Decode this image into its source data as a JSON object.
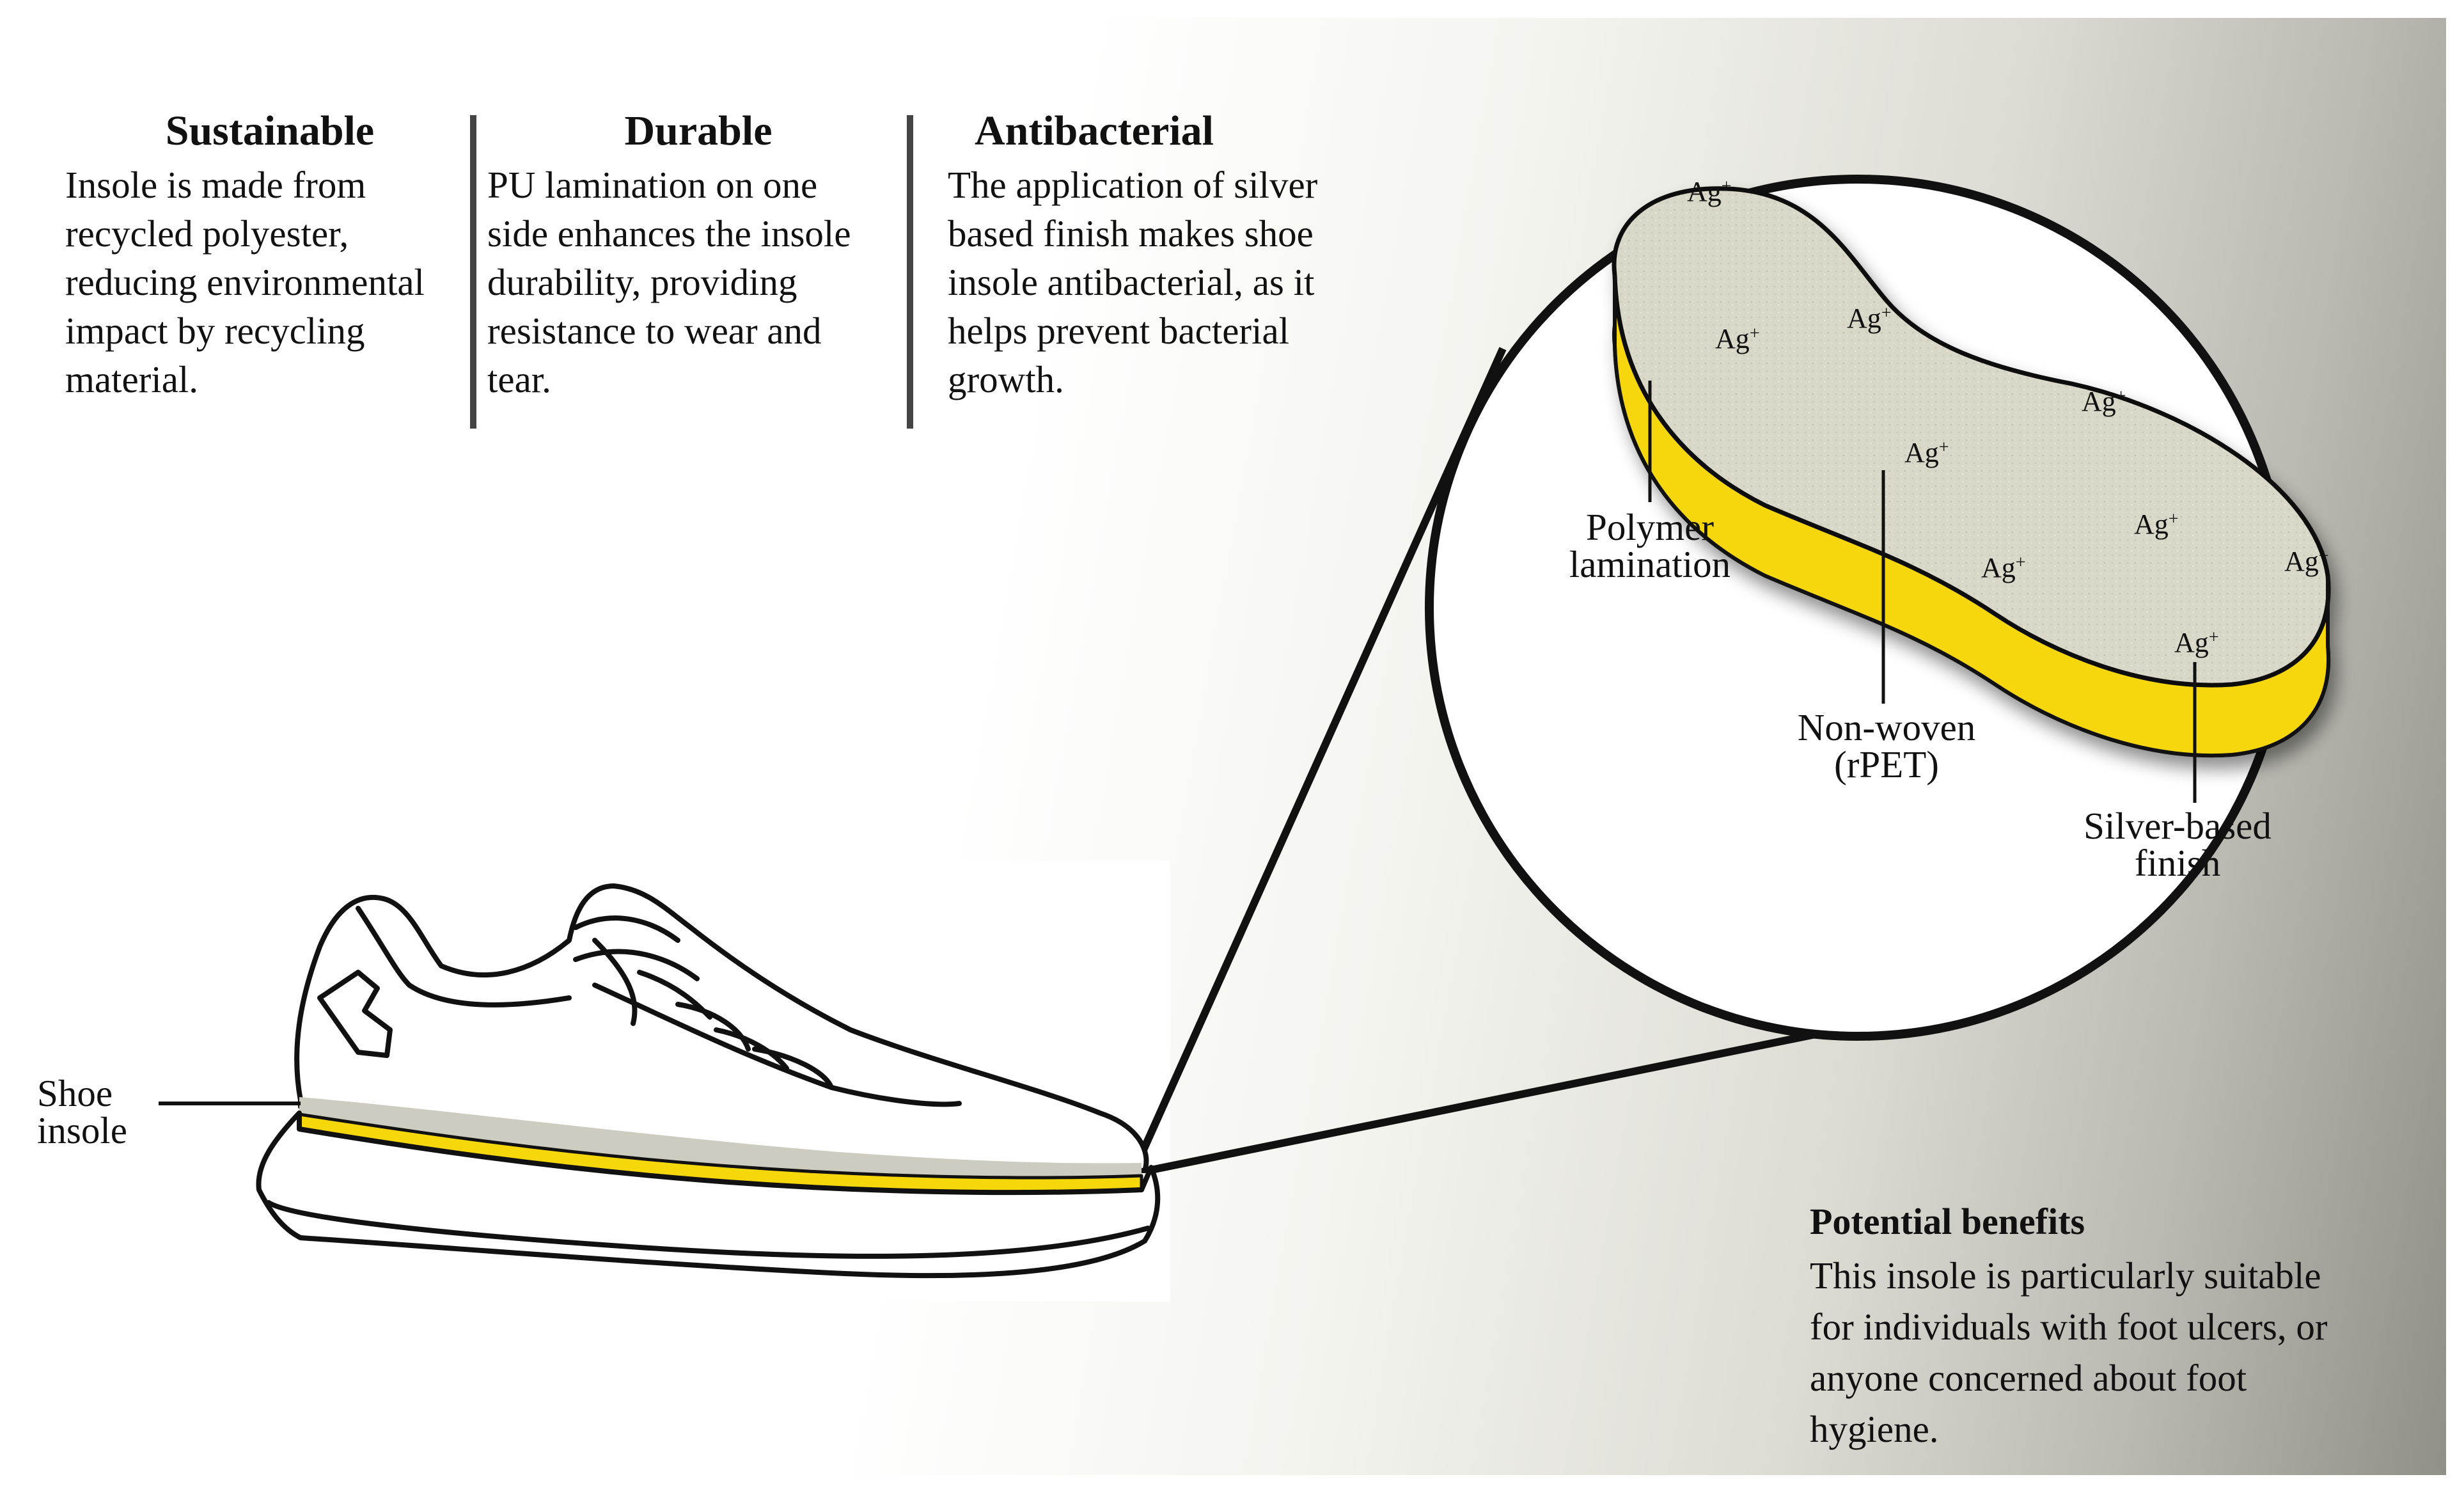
{
  "features": [
    {
      "title": "Sustainable",
      "text": "Insole is made from\nrecycled polyester,\nreducing environmental\nimpact by recycling\nmaterial."
    },
    {
      "title": "Durable",
      "text": "PU lamination on one\nside enhances the insole\ndurability, providing\nresistance to wear and\ntear."
    },
    {
      "title": "Antibacterial",
      "text": "The application of silver\nbased finish makes shoe\ninsole antibacterial, as it\nhelps prevent bacterial\ngrowth."
    }
  ],
  "labels": {
    "shoe_insole": "Shoe\ninsole",
    "polymer_lamination": "Polymer\nlamination",
    "non_woven": "Non-woven\n(rPET)",
    "silver_finish": "Silver-based\nfinish"
  },
  "ion": {
    "symbol": "Ag",
    "charge": "+"
  },
  "benefits": {
    "title": "Potential benefits",
    "text": "This insole is particularly suitable\nfor individuals with foot ulcers, or\nanyone concerned about foot\nhygiene."
  },
  "colors": {
    "lamination_yellow": "#f6d70a",
    "nonwoven_gray": "#d9d8c8",
    "outline": "#111111"
  }
}
